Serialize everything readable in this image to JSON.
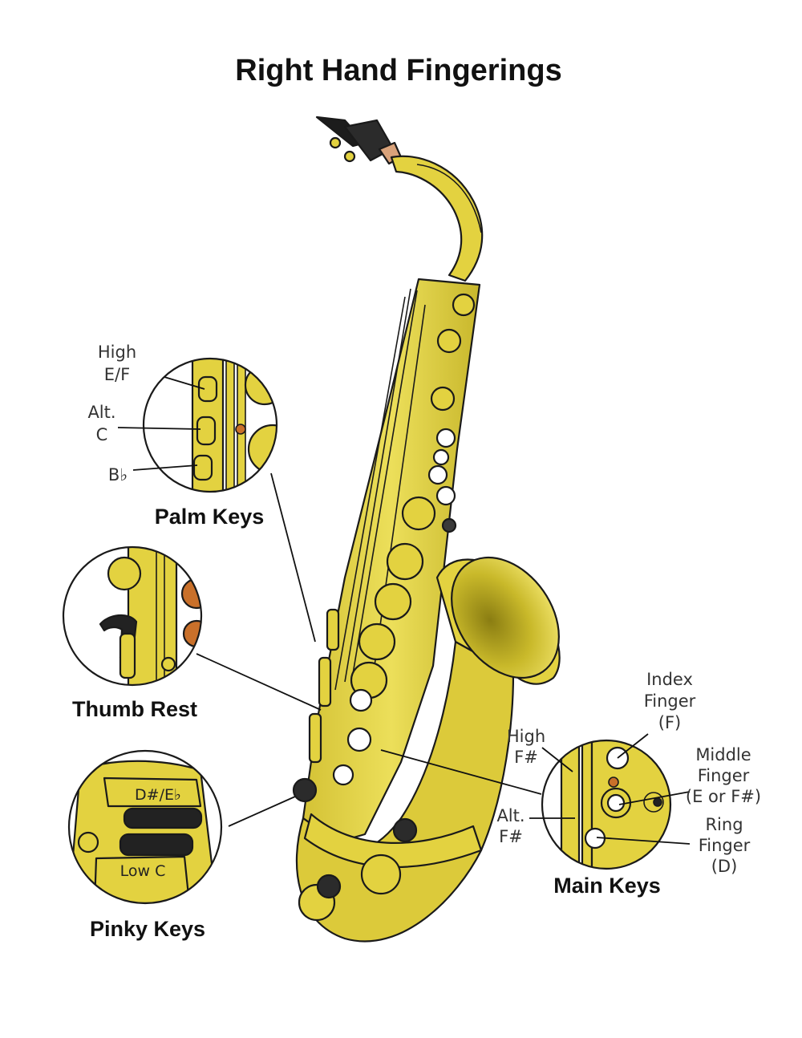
{
  "title": "Right Hand Fingerings",
  "colors": {
    "brass": "#e3d240",
    "brass_light": "#f3e778",
    "brass_shadow": "#b9a91c",
    "pad_dark": "#222222",
    "cork": "#c9702a",
    "key_white": "#ffffff"
  },
  "sections": {
    "palm_keys": {
      "heading": "Palm Keys",
      "labels": {
        "high_ef_1": "High",
        "high_ef_2": "E/F",
        "alt_c_1": "Alt.",
        "alt_c_2": "C",
        "bb": "B♭"
      }
    },
    "thumb_rest": {
      "heading": "Thumb Rest"
    },
    "pinky_keys": {
      "heading": "Pinky Keys",
      "labels": {
        "d_sharp": "D#/E♭",
        "low_c": "Low C"
      }
    },
    "main_keys": {
      "heading": "Main Keys",
      "labels": {
        "index_1": "Index",
        "index_2": "Finger",
        "index_3": "(F)",
        "high_fs_1": "High",
        "high_fs_2": "F#",
        "middle_1": "Middle",
        "middle_2": "Finger",
        "middle_3": "(E or F#)",
        "alt_fs_1": "Alt.",
        "alt_fs_2": "F#",
        "ring_1": "Ring",
        "ring_2": "Finger",
        "ring_3": "(D)"
      }
    }
  }
}
